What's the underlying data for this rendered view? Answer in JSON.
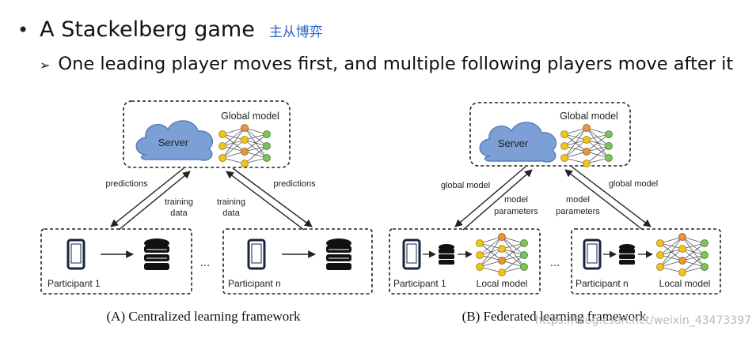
{
  "slide": {
    "bullet_title": "A Stackelberg game",
    "bullet_note": "主从博弈",
    "sub_point": "One leading player moves first, and multiple following players move after it"
  },
  "diagram_a": {
    "server_label": "Server",
    "global_model_label": "Global model",
    "arrow_predictions_left": "predictions",
    "arrow_training_left_1": "training",
    "arrow_training_left_2": "data",
    "arrow_training_right_1": "training",
    "arrow_training_right_2": "data",
    "arrow_predictions_right": "predictions",
    "participant_left": "Participant 1",
    "participant_right": "Participant n",
    "ellipsis": "...",
    "caption": "(A) Centralized learning framework"
  },
  "diagram_b": {
    "server_label": "Server",
    "global_model_label": "Global model",
    "arrow_global_left": "global model",
    "arrow_params_left_1": "model",
    "arrow_params_left_2": "parameters",
    "arrow_params_right_1": "model",
    "arrow_params_right_2": "parameters",
    "arrow_global_right": "global model",
    "participant_left": "Participant 1",
    "participant_right": "Participant n",
    "local_model_left": "Local model",
    "local_model_right": "Local model",
    "ellipsis": "...",
    "caption": "(B) Federated learning framework"
  },
  "watermark": "https://blog.csdn.net/weixin_43473397",
  "colors": {
    "cloud_fill": "#7c9fd6",
    "node_yellow": "#f0c419",
    "node_green": "#7cc45a",
    "node_orange": "#e8953c",
    "accent_note": "#2f64c4"
  }
}
